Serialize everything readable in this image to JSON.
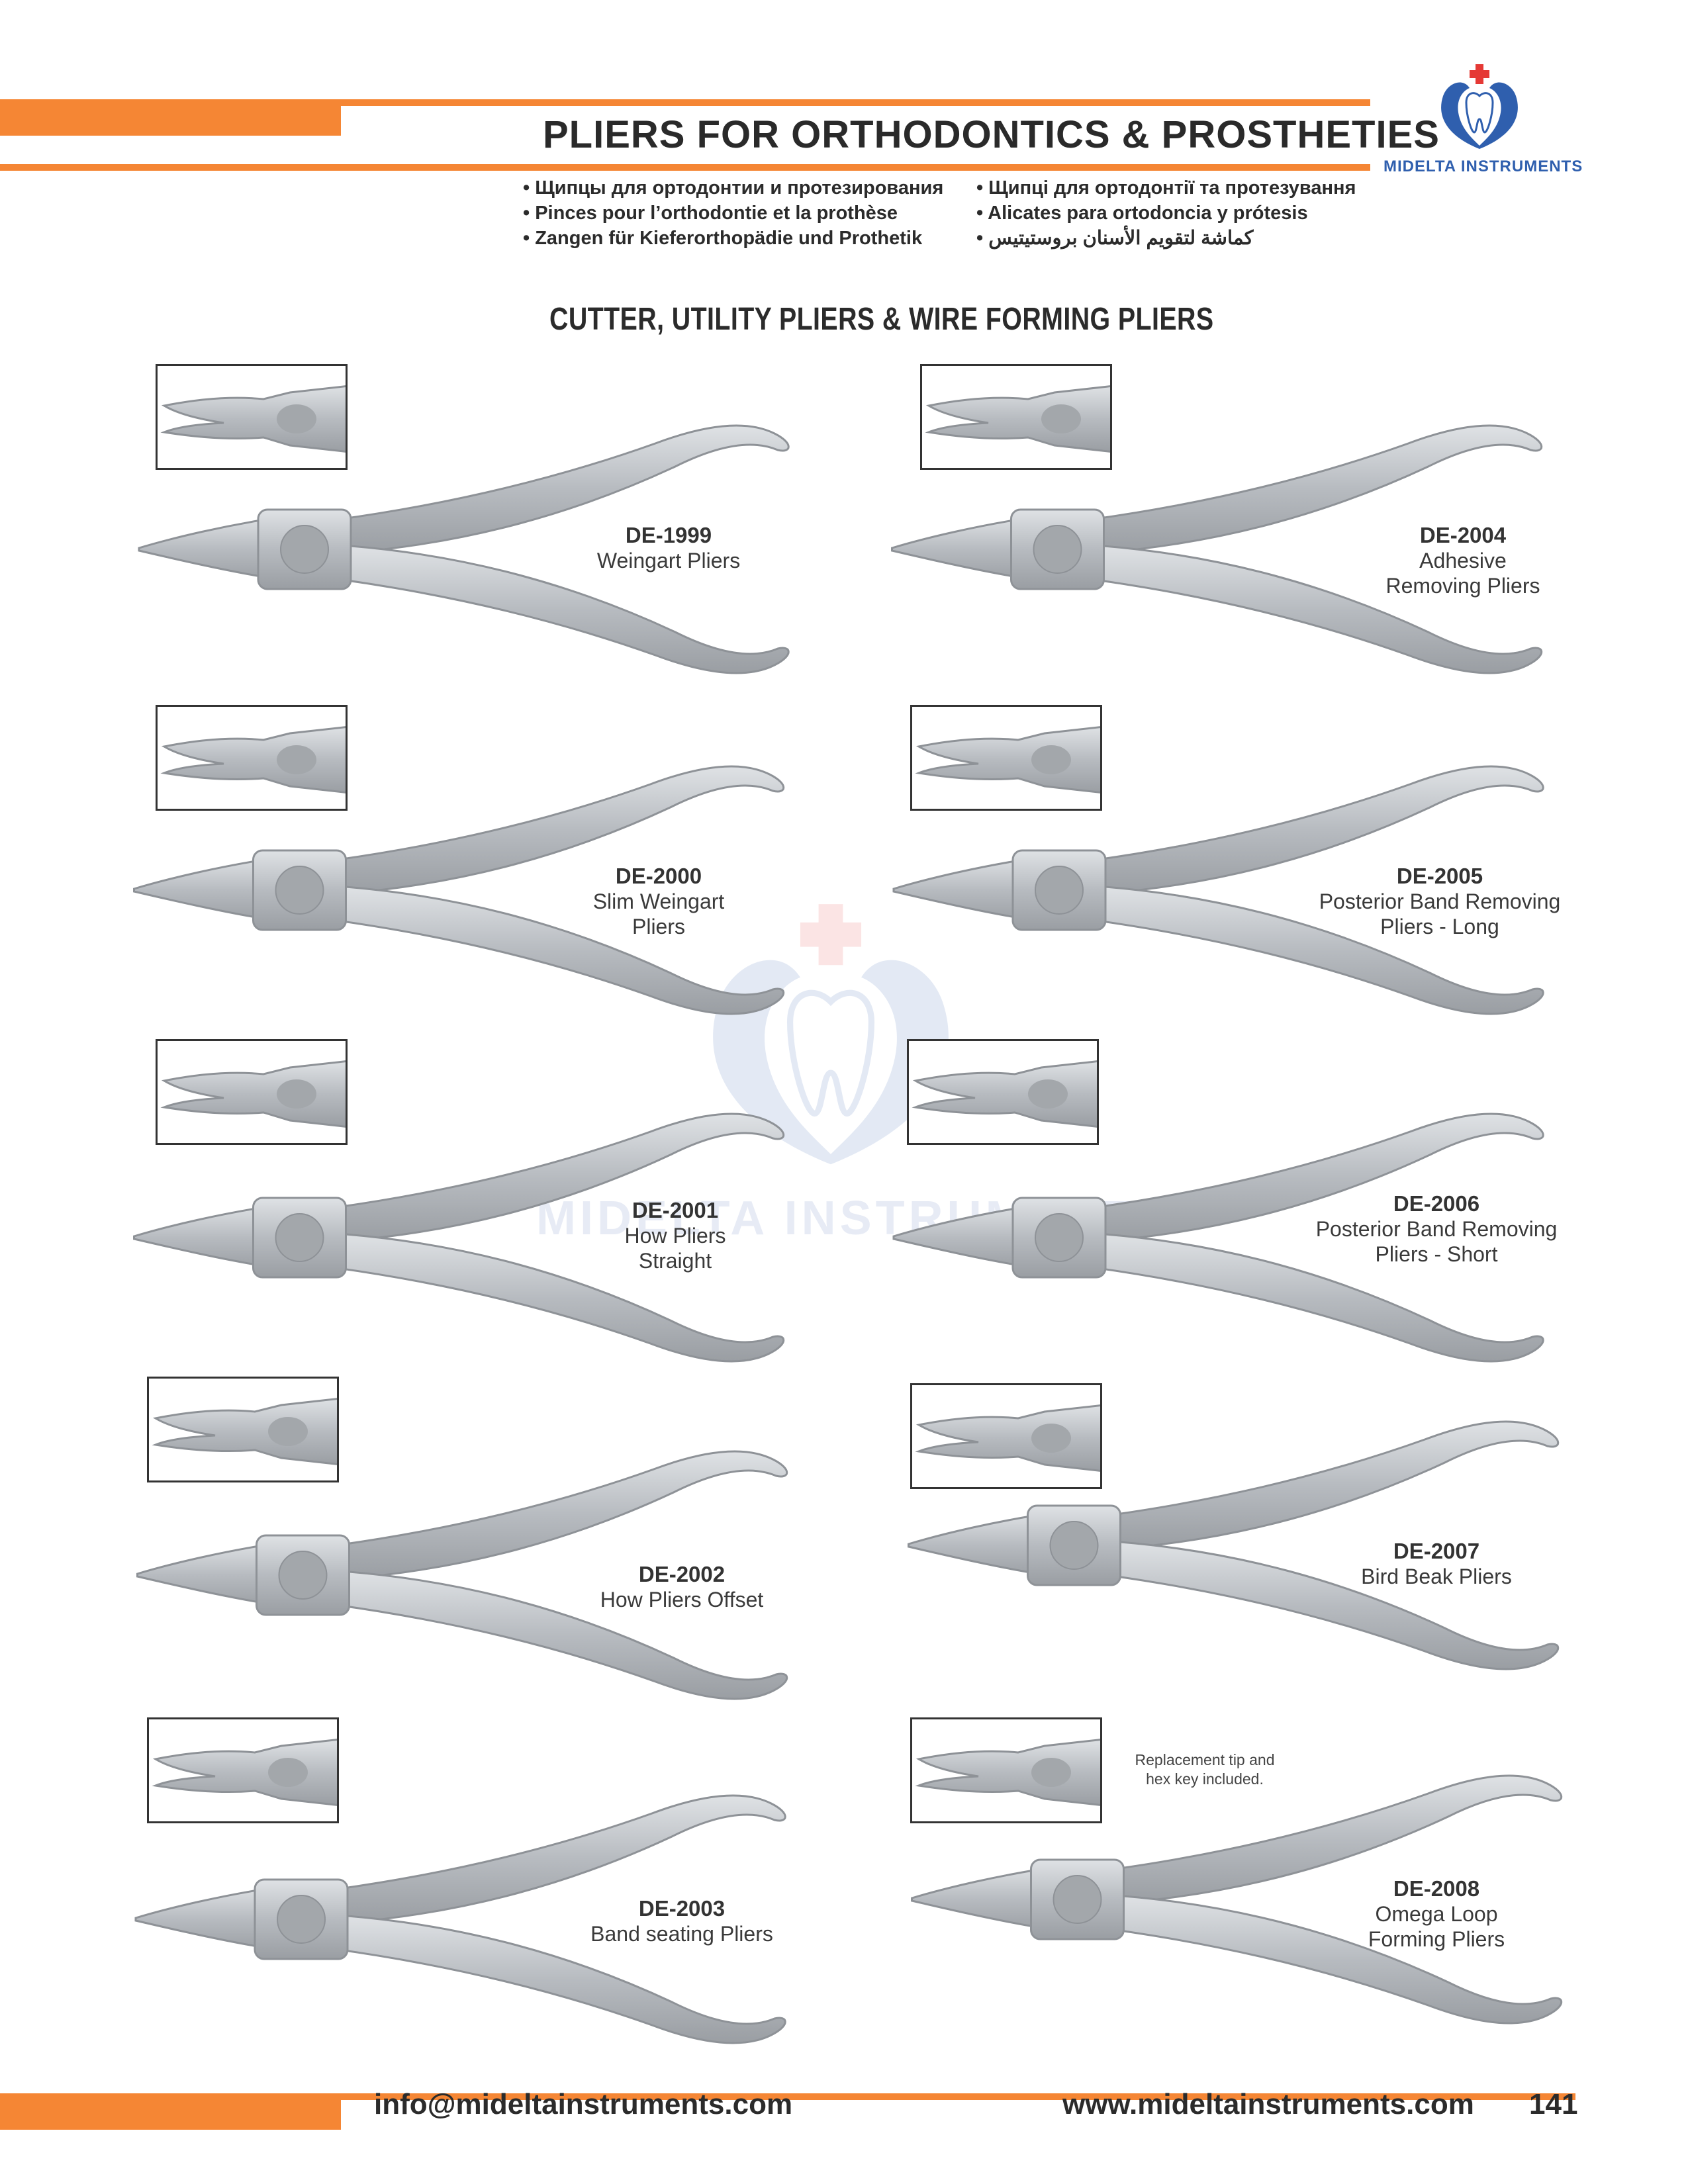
{
  "header": {
    "title": "PLIERS FOR ORTHODONTICS & PROSTHETIES",
    "brand": "MIDELTA INSTRUMENTS",
    "languages_left": [
      "• Щипцы для ортодонтии и протезирования",
      "• Pinces pour l’orthodontie et la prothèse",
      "• Zangen für Kieferorthopädie und Prothetik"
    ],
    "languages_right": [
      "• Щипці для ортодонтії та протезування",
      "• Alicates para ortodoncia y prótesis",
      "• كماشة لتقويم الأسنان بروستيتيس"
    ]
  },
  "section_title": "CUTTER, UTILITY PLIERS & WIRE FORMING PLIERS",
  "watermark": "MIDELTA INSTRUMENTS",
  "items": [
    {
      "code": "DE-1999",
      "name_lines": [
        "Weingart Pliers"
      ]
    },
    {
      "code": "DE-2000",
      "name_lines": [
        "Slim Weingart",
        "Pliers"
      ]
    },
    {
      "code": "DE-2001",
      "name_lines": [
        "How Pliers",
        "Straight"
      ]
    },
    {
      "code": "DE-2002",
      "name_lines": [
        "How Pliers Offset"
      ]
    },
    {
      "code": "DE-2003",
      "name_lines": [
        "Band seating Pliers"
      ]
    },
    {
      "code": "DE-2004",
      "name_lines": [
        "Adhesive",
        "Removing Pliers"
      ]
    },
    {
      "code": "DE-2005",
      "name_lines": [
        "Posterior Band Removing",
        "Pliers - Long"
      ]
    },
    {
      "code": "DE-2006",
      "name_lines": [
        "Posterior Band Removing",
        "Pliers - Short"
      ]
    },
    {
      "code": "DE-2007",
      "name_lines": [
        "Bird Beak Pliers"
      ]
    },
    {
      "code": "DE-2008",
      "name_lines": [
        "Omega Loop",
        "Forming Pliers"
      ]
    }
  ],
  "note_lines": [
    "Replacement tip and",
    "hex key included."
  ],
  "footer": {
    "email": "info@mideltainstruments.com",
    "website": "www.mideltainstruments.com",
    "page_number": "141"
  },
  "colors": {
    "accent": "#f58634",
    "brand_blue": "#2f5fae",
    "steel": "#b9bdc1",
    "text": "#2b2b2b"
  }
}
